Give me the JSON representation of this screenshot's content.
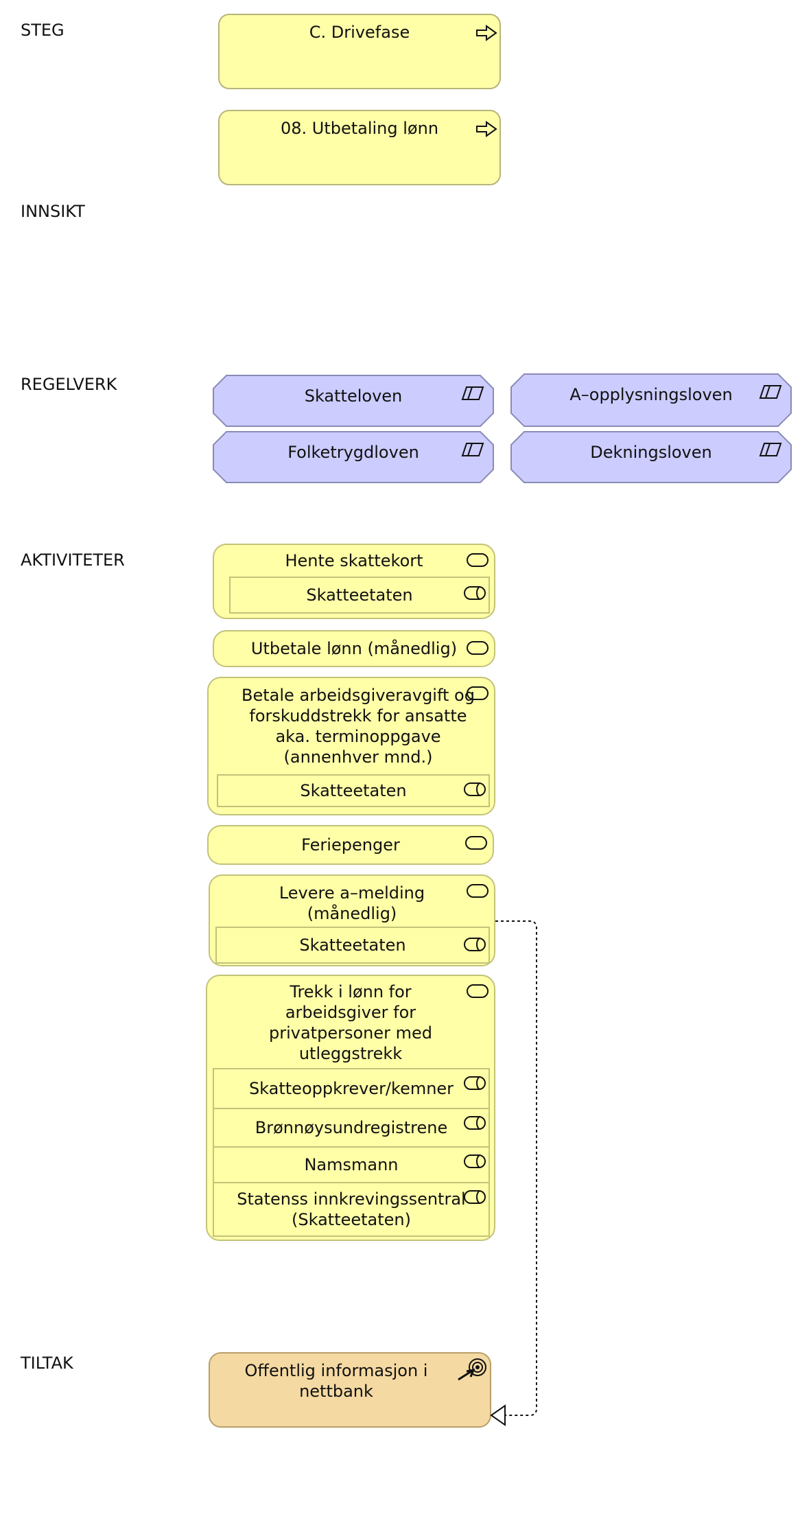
{
  "lanes": {
    "steg": "STEG",
    "innsikt": "INNSIKT",
    "regelverk": "REGELVERK",
    "aktiviteter": "AKTIVITETER",
    "tiltak": "TILTAK"
  },
  "steps": [
    "C. Drivefase",
    "08. Utbetaling lønn"
  ],
  "regulations": [
    "Skatteloven",
    "A–opplysningsloven",
    "Folketrygdloven",
    "Dekningsloven"
  ],
  "activities": {
    "a1": {
      "title": "Hente skattekort",
      "actors": [
        "Skatteetaten"
      ]
    },
    "a2": {
      "title": "Utbetale lønn (månedlig)"
    },
    "a3": {
      "title": [
        "Betale arbeidsgiveravgift og",
        "forskuddstrekk for ansatte",
        "aka. terminoppgave",
        "(annenhver mnd.)"
      ],
      "actors": [
        "Skatteetaten"
      ]
    },
    "a4": {
      "title": "Feriepenger"
    },
    "a5": {
      "title": [
        "Levere a–melding",
        "(månedlig)"
      ],
      "actors": [
        "Skatteetaten"
      ]
    },
    "a6": {
      "title": [
        "Trekk i lønn for",
        "arbeidsgiver for",
        "privatpersoner med",
        "utleggstrekk"
      ],
      "actors": [
        "Skatteoppkrever/kemner",
        "Brønnøysundregistrene",
        "Namsmann"
      ],
      "actor4": [
        "Statenss innkrevingssentral",
        "(Skatteetaten)"
      ]
    }
  },
  "tiltak": {
    "title": [
      "Offentlig informasjon i",
      "nettbank"
    ]
  },
  "icons": {
    "step": "process-arrow-icon",
    "regulation": "requirement-icon",
    "activity": "business-service-icon",
    "actor": "application-service-icon",
    "tiltak": "goal-icon"
  },
  "colors": {
    "yellow": "#ffffa8",
    "blue": "#ccccff",
    "orange": "#f4d9a2"
  }
}
